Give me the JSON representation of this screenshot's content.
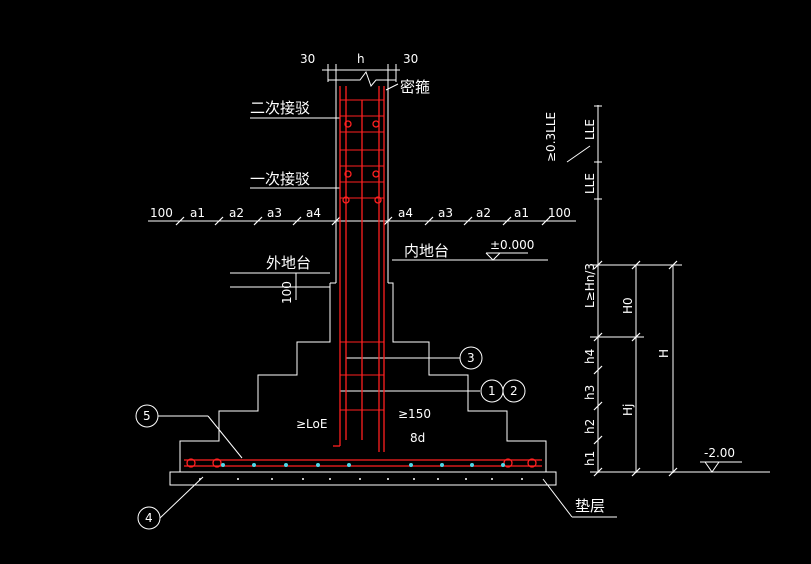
{
  "colors": {
    "background": "#000000",
    "line": "#ffffff",
    "rebar": "#ff2020",
    "bar_dot": "#4fd8e8"
  },
  "labels": {
    "dim_30_left": "30",
    "dim_h": "h",
    "dim_30_right": "30",
    "stirrup": "密箍",
    "splice2": "二次接驳",
    "splice1": "一次接驳",
    "outer_ground": "外地台",
    "inner_ground": "内地台",
    "elevation_0": "±0.000",
    "dim_100_vert": "100",
    "dim_100_left": "100",
    "dim_a1_left": "a1",
    "dim_a2_left": "a2",
    "dim_a3_left": "a3",
    "dim_a4_left": "a4",
    "dim_a4_right": "a4",
    "dim_a3_right": "a3",
    "dim_a2_right": "a2",
    "dim_a1_right": "a1",
    "dim_100_right": "100",
    "anchor_loe": "≥LoE",
    "anchor_150": "≥150",
    "anchor_8d": "8d",
    "callout_1": "1",
    "callout_2": "2",
    "callout_3": "3",
    "callout_4": "4",
    "callout_5": "5",
    "cushion": "垫层",
    "elevation_minus2": "-2.00",
    "right_03lle": "≥0.3LLE",
    "right_lle_top": "LLE",
    "right_lle_mid": "LLE",
    "right_hn3": "L≥Hn/3",
    "right_h0": "H0",
    "right_H": "H",
    "right_h4": "h4",
    "right_h3": "h3",
    "right_hj": "Hj",
    "right_h2": "h2",
    "right_h1": "h1"
  }
}
